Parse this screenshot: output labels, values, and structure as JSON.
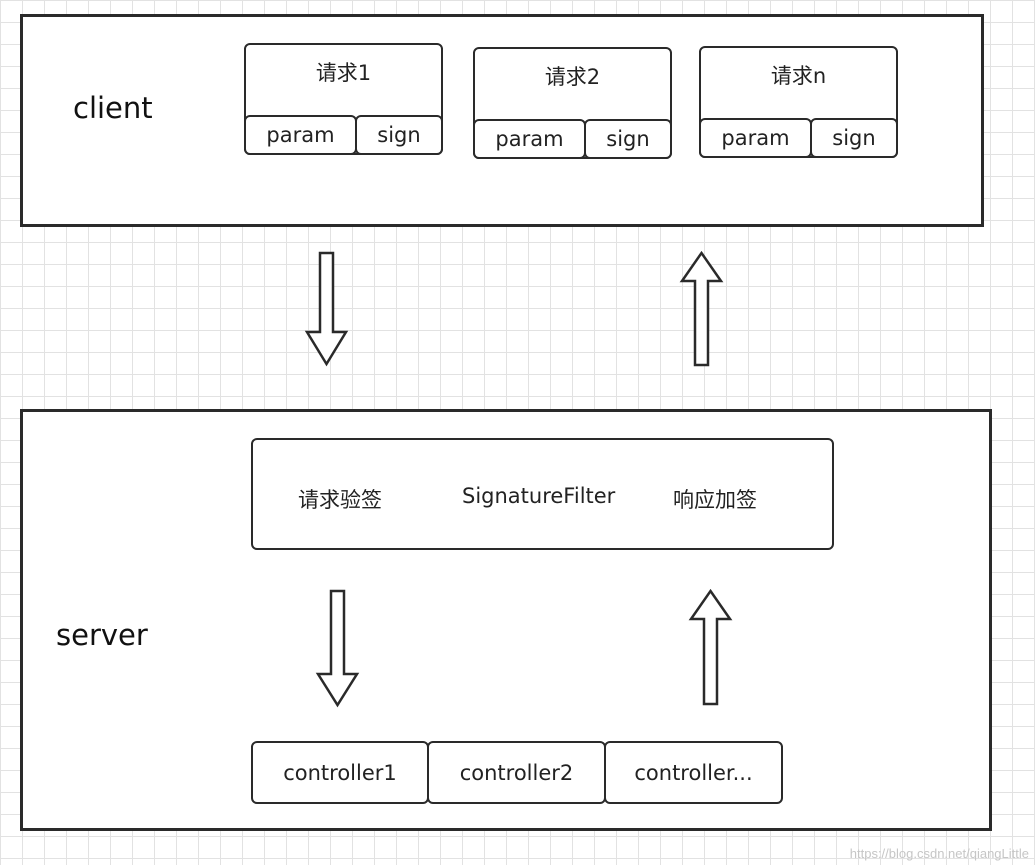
{
  "client": {
    "label": "client",
    "requests": [
      {
        "title": "请求1",
        "param": "param",
        "sign": "sign"
      },
      {
        "title": "请求2",
        "param": "param",
        "sign": "sign"
      },
      {
        "title": "请求n",
        "param": "param",
        "sign": "sign"
      }
    ]
  },
  "server": {
    "label": "server",
    "filter": {
      "verify": "请求验签",
      "name": "SignatureFilter",
      "respond": "响应加签"
    },
    "controllers": [
      "controller1",
      "controller2",
      "controller..."
    ]
  },
  "watermark": "https://blog.csdn.net/qiangLittle"
}
